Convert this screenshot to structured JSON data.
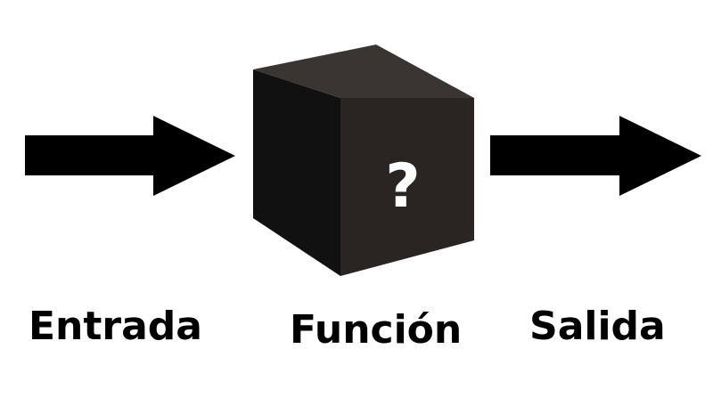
{
  "diagram": {
    "input_label": "Entrada",
    "function_label": "Función",
    "output_label": "Salida",
    "box_symbol": "?"
  },
  "colors": {
    "arrow": "#000000",
    "box_front": "#2a2522",
    "box_side": "#111111",
    "box_top": "#3a3532",
    "symbol": "#ffffff",
    "text": "#000000"
  },
  "icons": {
    "input_arrow": "right-arrow-icon",
    "output_arrow": "right-arrow-icon",
    "black_box": "cube-icon"
  }
}
